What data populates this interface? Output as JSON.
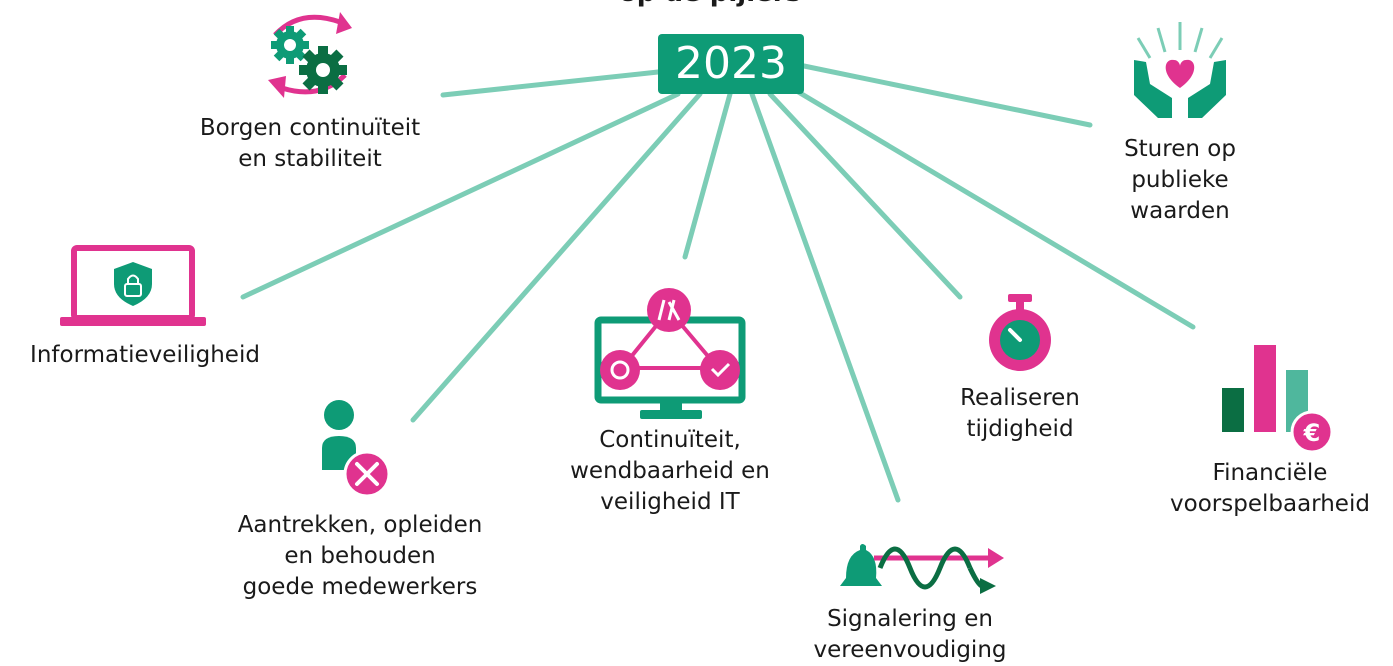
{
  "header": {
    "cut_title": "op de pijlers"
  },
  "center": {
    "year": "2023"
  },
  "pillars": [
    {
      "id": "continuity",
      "label": "Borgen continuïteit\nen stabiliteit",
      "icon": "gears-cycle-icon"
    },
    {
      "id": "public-values",
      "label": "Sturen op\npublieke\nwaarden",
      "icon": "hands-heart-icon"
    },
    {
      "id": "infosec",
      "label": "Informatieveiligheid",
      "icon": "laptop-shield-icon"
    },
    {
      "id": "employees",
      "label": "Aantrekken, opleiden\nen behouden\ngoede medewerkers",
      "icon": "person-tools-icon"
    },
    {
      "id": "it",
      "label": "Continuïteit,\nwendbaarheid en\nveiligheid IT",
      "icon": "monitor-network-icon"
    },
    {
      "id": "signals",
      "label": "Signalering en\nvereenvoudiging",
      "icon": "bell-wave-icon"
    },
    {
      "id": "timeliness",
      "label": "Realiseren\ntijdigheid",
      "icon": "stopwatch-icon"
    },
    {
      "id": "finance",
      "label": "Financiële\nvoorspelbaarheid",
      "icon": "bars-euro-icon"
    }
  ],
  "colors": {
    "green": "#0e9b76",
    "dark_green": "#0b6e43",
    "pink": "#e0338f",
    "line": "#7ccdb6",
    "text": "#1a1a1a"
  }
}
